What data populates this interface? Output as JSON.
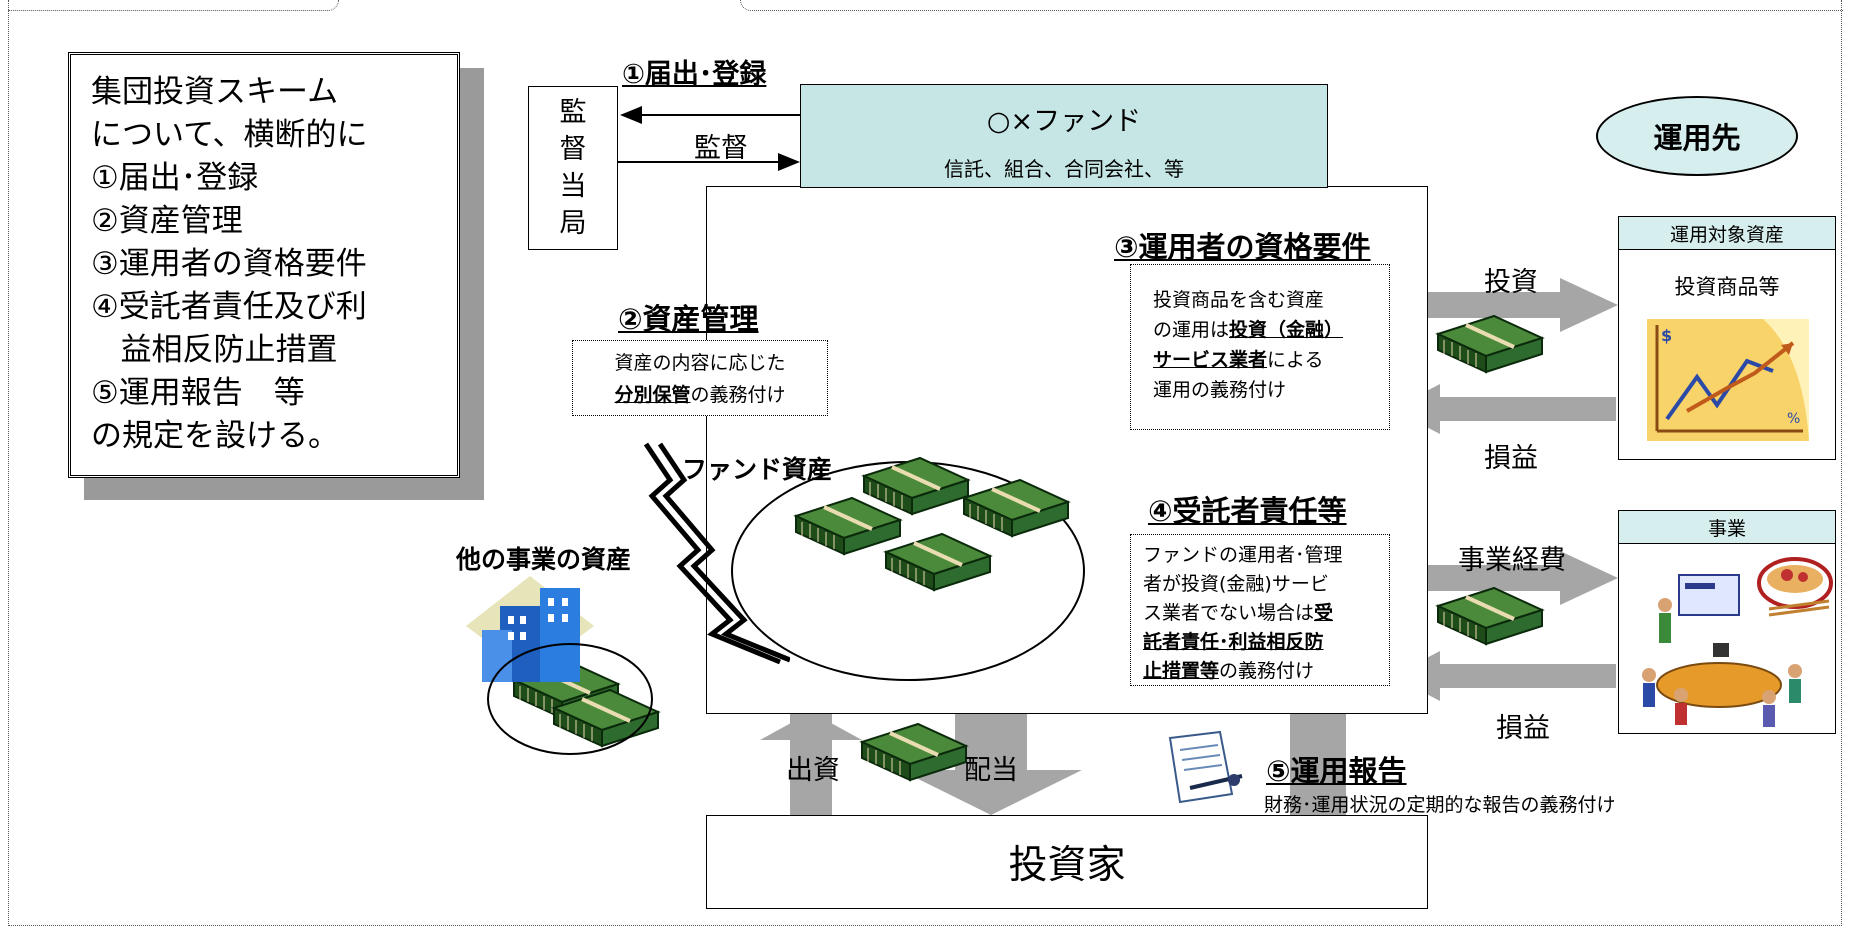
{
  "summary": {
    "lines": [
      "集団投資スキーム",
      "について、横断的に",
      "①届出･登録",
      "②資産管理",
      "③運用者の資格要件",
      "④受託者責任及び利",
      "   益相反防止措置",
      "⑤運用報告　等",
      "の規定を設ける。"
    ]
  },
  "regulator": {
    "chars": [
      "監",
      "督",
      "当",
      "局"
    ],
    "registration_heading": "①届出･登録",
    "supervision_label": "監督"
  },
  "fund": {
    "title": "○×ファンド",
    "subtitle": "信託、組合、合同会社、等",
    "assets_label": "ファンド資産"
  },
  "asset_mgmt": {
    "heading": "②資産管理",
    "text_before": "資産の内容に応じた",
    "text_bold": "分別保管",
    "text_after": "の義務付け"
  },
  "qualification": {
    "heading": "③運用者の資格要件",
    "line1": "投資商品を含む資産",
    "line2_before": "の運用は",
    "line2_bold": "投資（金融）",
    "line3_bold": "サービス業者",
    "line3_after": "による",
    "line4": "運用の義務付け"
  },
  "fiduciary": {
    "heading": "④受託者責任等",
    "line1": "ファンドの運用者･管理",
    "line2": "者が投資(金融)サービ",
    "line3_before": "ス業者でない場合は",
    "line3_bold": "受",
    "line4_bold": "託者責任･利益相反防",
    "line5_bold": "止措置等",
    "line5_after": "の義務付け"
  },
  "report": {
    "heading": "⑤運用報告",
    "text": "財務･運用状況の定期的な報告の義務付け"
  },
  "investee": {
    "oval_label": "運用先",
    "asset_box_title": "運用対象資産",
    "asset_box_label": "投資商品等",
    "business_box_title": "事業"
  },
  "flows": {
    "invest": "投資",
    "pnl1": "損益",
    "expense": "事業経費",
    "pnl2": "損益",
    "contribution": "出資",
    "dividend": "配当"
  },
  "other_business": "他の事業の資産",
  "investor": "投資家",
  "colors": {
    "fund_fill": "#c6e6e6",
    "investee_fill": "#d7eeee",
    "arrow_gray": "#a6a6a6",
    "cash_green": "#2e6b2e"
  }
}
